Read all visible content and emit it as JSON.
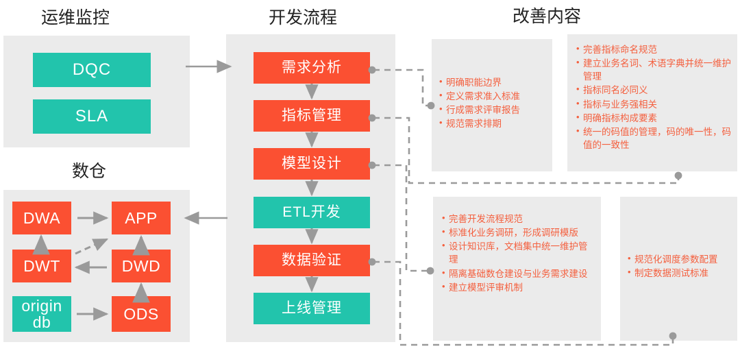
{
  "headings": {
    "ops": "运维监控",
    "dev": "开发流程",
    "improve": "改善内容",
    "dw": "数仓"
  },
  "ops_panel": {
    "nodes": [
      {
        "label": "DQC",
        "color": "#22c4ac"
      },
      {
        "label": "SLA",
        "color": "#22c4ac"
      }
    ]
  },
  "dw_panel": {
    "nodes": [
      {
        "label": "DWA",
        "color": "#fb5032"
      },
      {
        "label": "APP",
        "color": "#fb5032"
      },
      {
        "label": "DWT",
        "color": "#fb5032"
      },
      {
        "label": "DWD",
        "color": "#fb5032"
      },
      {
        "label": "origin db",
        "line1": "origin",
        "line2": "db",
        "color": "#22c4ac"
      },
      {
        "label": "ODS",
        "color": "#fb5032"
      }
    ]
  },
  "dev_panel": {
    "steps": [
      {
        "label": "需求分析",
        "color": "#fb5032"
      },
      {
        "label": "指标管理",
        "color": "#fb5032"
      },
      {
        "label": "模型设计",
        "color": "#fb5032"
      },
      {
        "label": "ETL开发",
        "color": "#22c4ac"
      },
      {
        "label": "数据验证",
        "color": "#fb5032"
      },
      {
        "label": "上线管理",
        "color": "#22c4ac"
      }
    ]
  },
  "improve_boxes": [
    {
      "id": "requirement-improvements",
      "items": [
        "明确职能边界",
        "定义需求准入标准",
        "行成需求评审报告",
        "规范需求排期"
      ]
    },
    {
      "id": "metric-improvements",
      "items": [
        "完善指标命名规范",
        "建立业务名词、术语字典并统一维护管理",
        "指标同名必同义",
        "指标与业务强相关",
        "明确指标构成要素",
        "统一的码值的管理，码的唯一性，码值的一致性"
      ]
    },
    {
      "id": "model-dev-improvements",
      "items": [
        "完善开发流程规范",
        "标准化业务调研，形成调研模版",
        "设计知识库，文档集中统一维护管理",
        "隔离基础数仓建设与业务需求建设",
        "建立模型评审机制"
      ]
    },
    {
      "id": "verification-improvements",
      "items": [
        "规范化调度参数配置",
        "制定数据测试标准"
      ]
    }
  ],
  "colors": {
    "orange": "#fb5032",
    "teal": "#22c4ac",
    "panel_grey": "#ebebeb",
    "text_orange": "#f4603f",
    "connector_grey": "#9a9a9a",
    "heading": "#222222"
  },
  "connectors": {
    "ops_to_dev": "arrow-right",
    "dev_to_dw": "arrow-left",
    "dw_internal": [
      "DWT-to-DWA",
      "DWA-to-APP",
      "DWT-to-APP-dashed",
      "DWD-to-DWT",
      "DWD-to-APP-dashed",
      "ODS-to-DWD",
      "origin-db-to-ODS"
    ],
    "dev_internal": "sequential-down-arrows"
  }
}
